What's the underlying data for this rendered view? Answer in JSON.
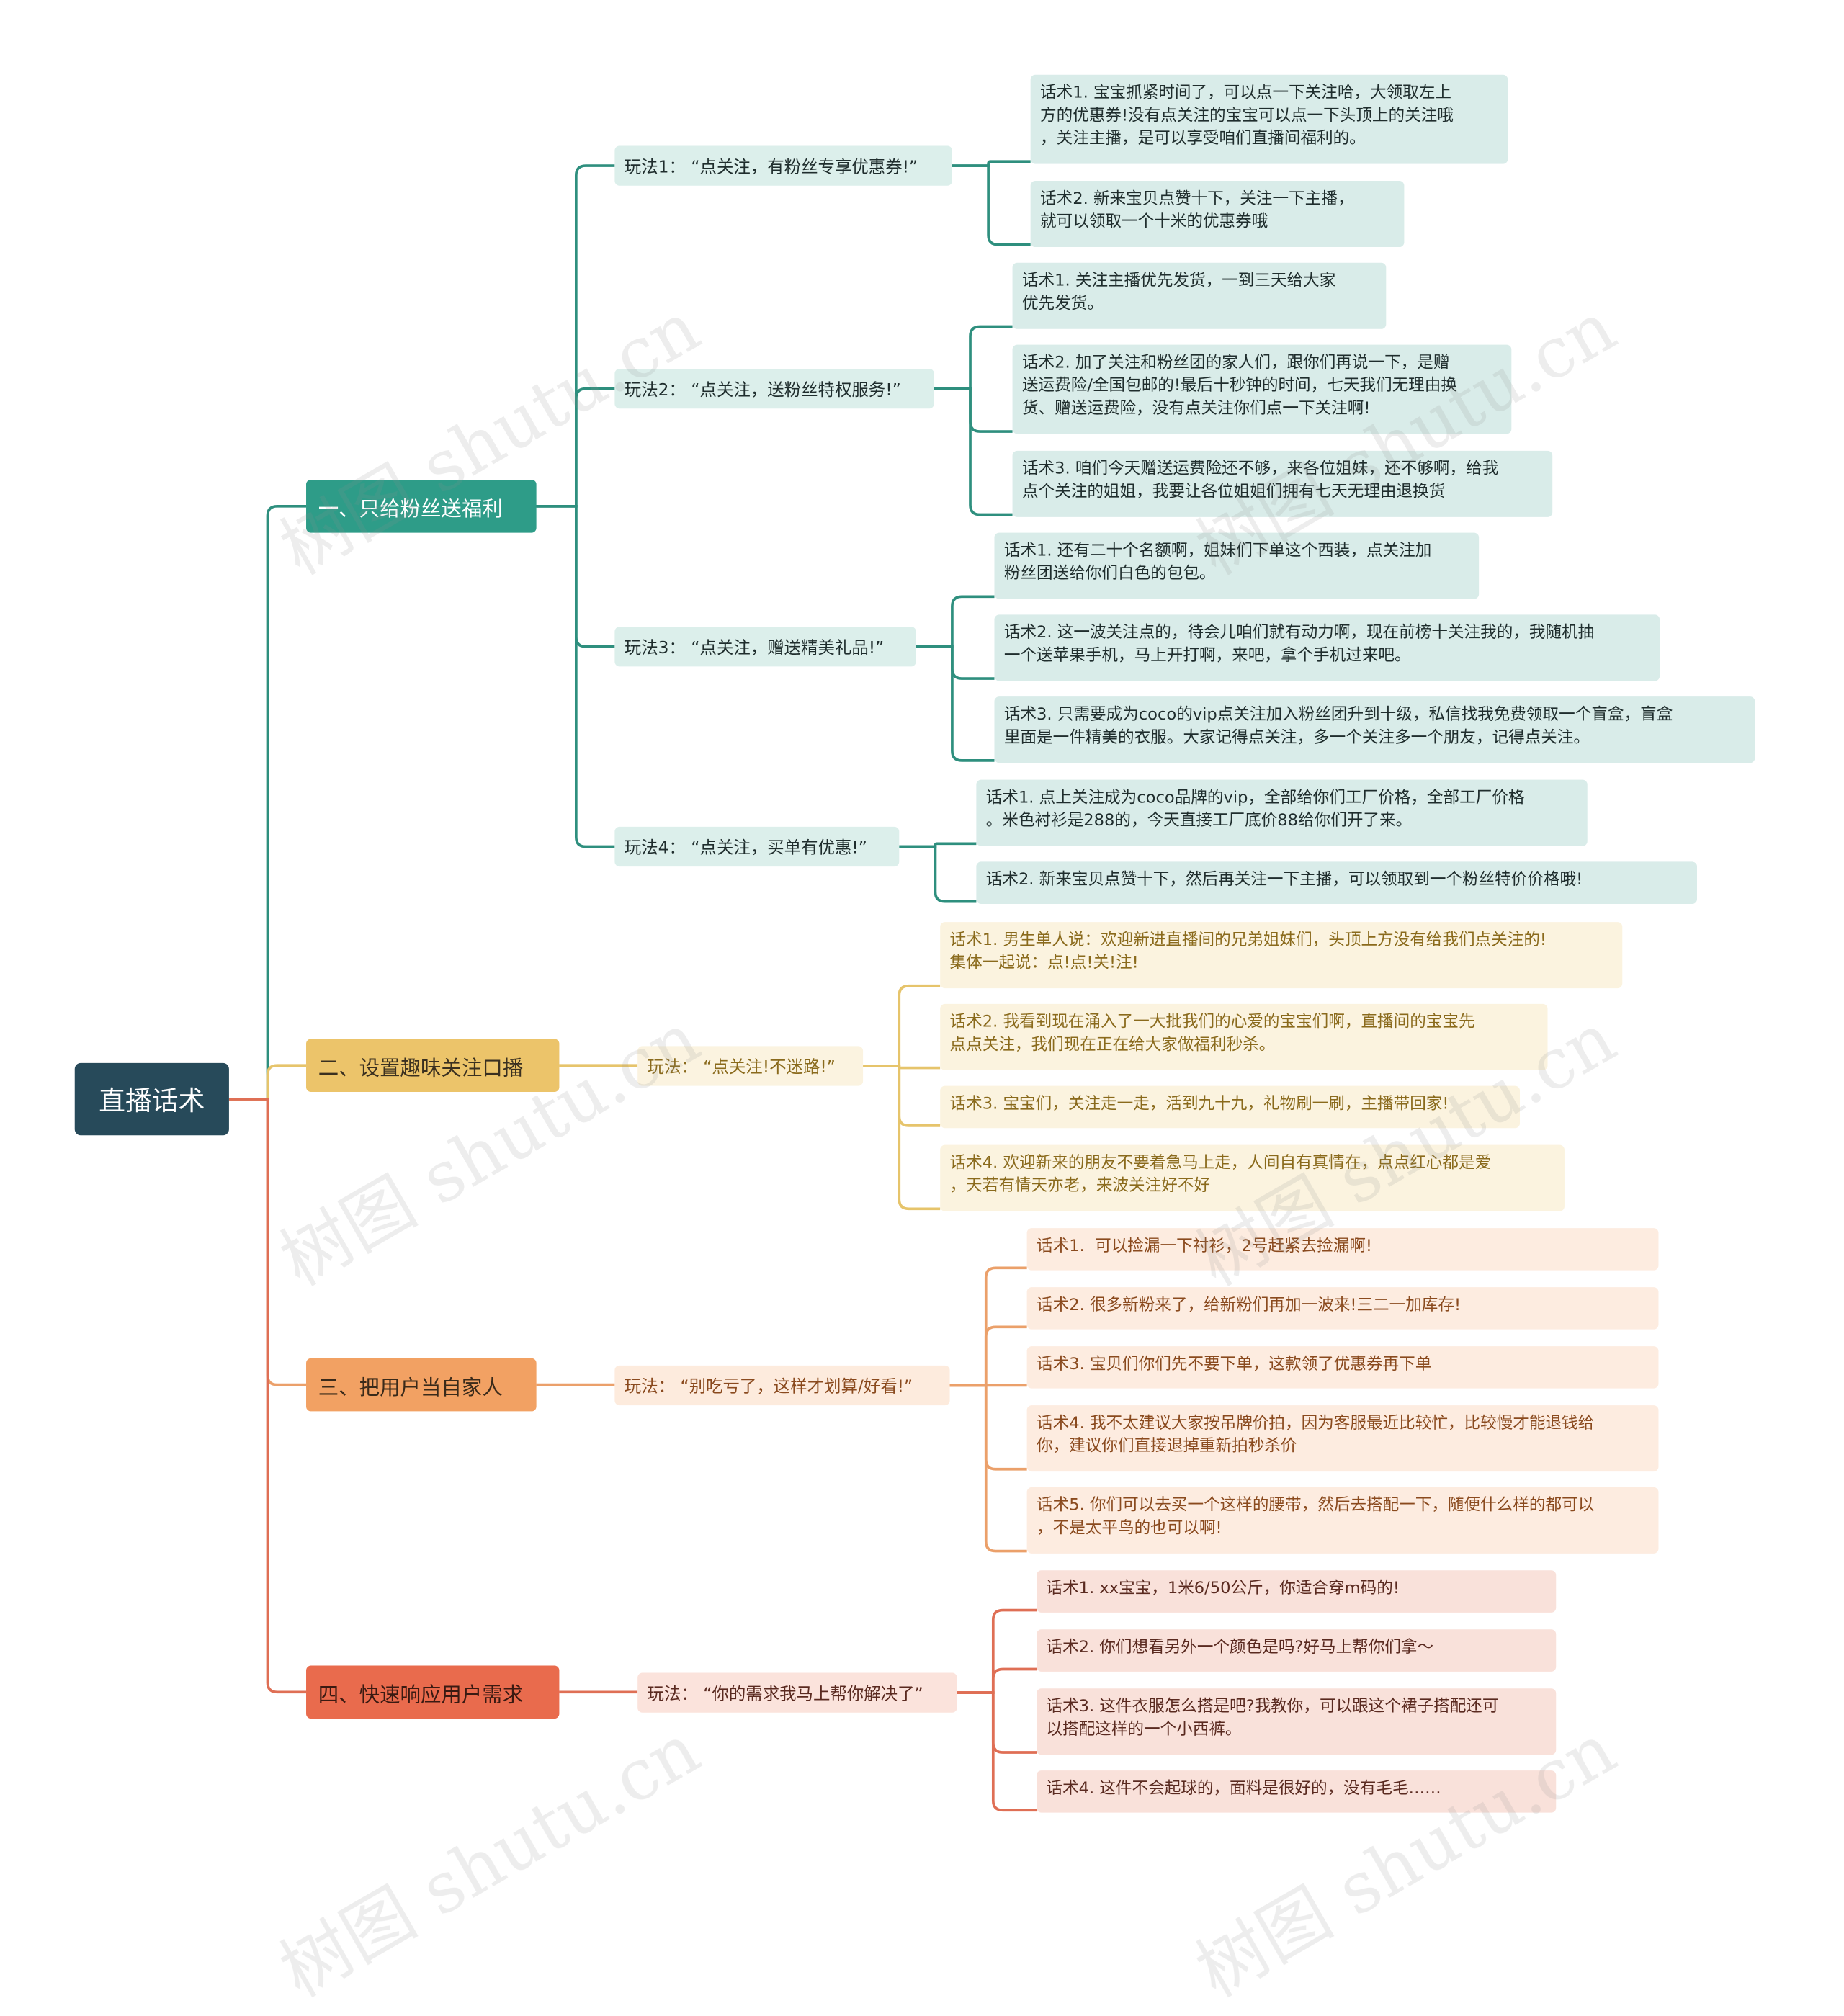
{
  "root": "直播话术",
  "watermark": "树图 shutu.cn",
  "branches": [
    {
      "title": "一、只给粉丝送福利",
      "colors": {
        "main": "#2e9c88",
        "line": "#2e8f7e",
        "text": "#ffffff",
        "play_bg": "#dcefeb",
        "leaf_bg": "#d9ece9",
        "leaf_text": "#1f2d2d"
      },
      "plays": [
        {
          "label": "玩法1：  “点关注，有粉丝专享优惠券!”",
          "leaves": [
            "话术1. 宝宝抓紧时间了，可以点一下关注哈，大领取左上\n方的优惠券!没有点关注的宝宝可以点一下头顶上的关注哦\n，关注主播，是可以享受咱们直播间福利的。",
            "话术2. 新来宝贝点赞十下，关注一下主播，\n就可以领取一个十米的优惠券哦"
          ]
        },
        {
          "label": "玩法2：  “点关注，送粉丝特权服务!”",
          "leaves": [
            "话术1. 关注主播优先发货，一到三天给大家\n优先发货。",
            "话术2. 加了关注和粉丝团的家人们，跟你们再说一下，是赠\n送运费险/全国包邮的!最后十秒钟的时间，七天我们无理由换\n货、赠送运费险，没有点关注你们点一下关注啊!",
            "话术3. 咱们今天赠送运费险还不够，来各位姐妹，还不够啊，给我\n点个关注的姐姐，我要让各位姐姐们拥有七天无理由退换货"
          ]
        },
        {
          "label": "玩法3：  “点关注，赠送精美礼品!”",
          "leaves": [
            "话术1. 还有二十个名额啊，姐妹们下单这个西装，点关注加\n粉丝团送给你们白色的包包。",
            "话术2. 这一波关注点的，待会儿咱们就有动力啊，现在前榜十关注我的，我随机抽\n一个送苹果手机，马上开打啊，来吧，拿个手机过来吧。",
            "话术3. 只需要成为coco的vip点关注加入粉丝团升到十级，私信找我免费领取一个盲盒，盲盒\n里面是一件精美的衣服。大家记得点关注，多一个关注多一个朋友，记得点关注。"
          ]
        },
        {
          "label": "玩法4：  “点关注，买单有优惠!”",
          "leaves": [
            "话术1. 点上关注成为coco品牌的vip，全部给你们工厂价格，全部工厂价格\n。米色衬衫是288的，今天直接工厂底价88给你们开了来。",
            "话术2. 新来宝贝点赞十下，然后再关注一下主播，可以领取到一个粉丝特价价格哦!"
          ]
        }
      ]
    },
    {
      "title": "二、设置趣味关注口播",
      "colors": {
        "main": "#ecc46a",
        "line": "#e6c46b",
        "text": "#3a3020",
        "play_bg": "#fbf3e0",
        "leaf_bg": "#fbf3df",
        "leaf_text": "#8a6a1c"
      },
      "plays": [
        {
          "label": "玩法：  “点关注!不迷路!”",
          "leaves": [
            "话术1. 男生单人说：欢迎新进直播间的兄弟姐妹们，头顶上方没有给我们点关注的!\n集体一起说：点!点!关!注!",
            "话术2. 我看到现在涌入了一大批我们的心爱的宝宝们啊，直播间的宝宝先\n点点关注，我们现在正在给大家做福利秒杀。",
            "话术3. 宝宝们，关注走一走，活到九十九，礼物刷一刷，主播带回家!",
            "话术4. 欢迎新来的朋友不要着急马上走，人间自有真情在，点点红心都是爱\n，天若有情天亦老，来波关注好不好"
          ]
        }
      ]
    },
    {
      "title": "三、把用户当自家人",
      "colors": {
        "main": "#f2a163",
        "line": "#eba06a",
        "text": "#3a2a1a",
        "play_bg": "#fdebdd",
        "leaf_bg": "#fdece0",
        "leaf_text": "#8a4a1e"
      },
      "plays": [
        {
          "label": "玩法：  “别吃亏了，这样才划算/好看!”",
          "leaves": [
            "话术1.  可以捡漏一下衬衫，2号赶紧去捡漏啊!",
            "话术2. 很多新粉来了，给新粉们再加一波来!三二一加库存!",
            "话术3. 宝贝们你们先不要下单，这款领了优惠券再下单",
            "话术4. 我不太建议大家按吊牌价拍，因为客服最近比较忙，比较慢才能退钱给\n你，建议你们直接退掉重新拍秒杀价",
            "话术5. 你们可以去买一个这样的腰带，然后去搭配一下，随便什么样的都可以\n，不是太平鸟的也可以啊!"
          ]
        }
      ]
    },
    {
      "title": "四、快速响应用户需求",
      "colors": {
        "main": "#e96b4d",
        "line": "#df6f55",
        "text": "#3a1a12",
        "play_bg": "#fbe3dc",
        "leaf_bg": "#f9e1da",
        "leaf_text": "#5a2a20"
      },
      "plays": [
        {
          "label": "玩法：  “你的需求我马上帮你解决了”",
          "leaves": [
            "话术1. xx宝宝，1米6/50公斤，你适合穿m码的!",
            "话术2. 你们想看另外一个颜色是吗?好马上帮你们拿～",
            "话术3. 这件衣服怎么搭是吧?我教你，可以跟这个裙子搭配还可\n以搭配这样的一个小西裤。",
            "话术4. 这件不会起球的，面料是很好的，没有毛毛……"
          ]
        }
      ]
    }
  ]
}
